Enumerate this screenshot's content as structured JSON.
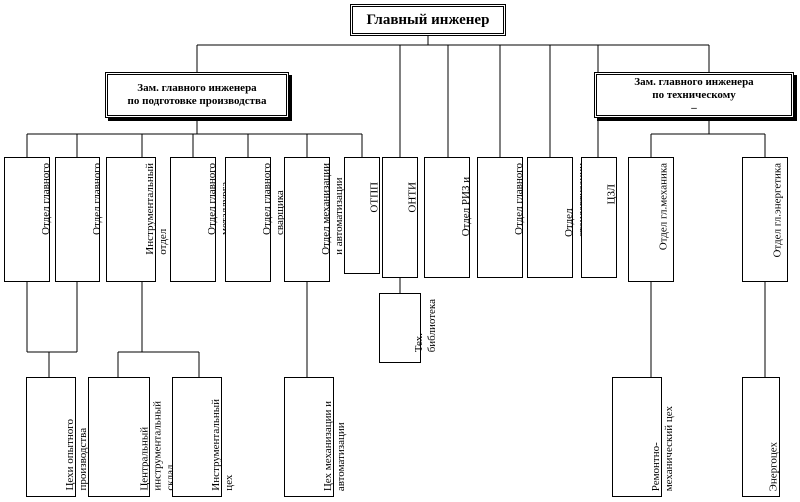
{
  "chart": {
    "head": "Главный инженер",
    "deputy_production": "Зам. главного инженера\nпо подготовке производства",
    "deputy_technical": "Зам. главного инженера\nпо техническому\n–",
    "departments": {
      "chief_designer": "Отдел главного\nконструктора",
      "chief_technologist": "Отдел главного\nтехнолога",
      "tool_department": "Инструментальный\nотдел",
      "chief_metallurgist": "Отдел главного\nметаллурга",
      "chief_welder": "Отдел главного\nсварщика",
      "mechanization": "Отдел механизации\nи автоматизации",
      "otpp": "ОТПП",
      "onti": "ОНТИ",
      "riz": "Отдел РИЗ и\nпатентоведения",
      "chief_metrologist": "Отдел главного\nметролога",
      "standardization": "Отдел\nстандартизации",
      "czl": "ЦЗЛ",
      "chief_mechanic": "Отдел гл.механика",
      "chief_power": "Отдел гл.энергетика"
    },
    "units": {
      "tech_library": "Тех.\nбиблиотека",
      "pilot_shops": "Цехи опытного\nпроизводства",
      "central_tool_store": "Центральный\nинструментальный\nсклад",
      "tool_shop": "Инструментальный\nцех",
      "mech_shop": "Цех механизации и\nавтоматизации",
      "repair_shop": "Ремонтно-\nмеханический цех",
      "power_shop": "Энергоцех"
    }
  }
}
